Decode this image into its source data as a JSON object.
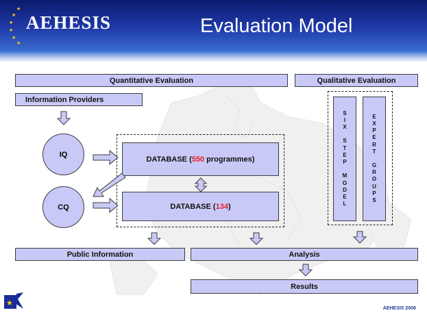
{
  "header": {
    "logo_text": "AEHESIS",
    "title": "Evaluation Model"
  },
  "boxes": {
    "quantitative": "Quantitative Evaluation",
    "qualitative": "Qualitative Evaluation",
    "info_providers": "Information Providers",
    "db1_prefix": "DATABASE (",
    "db1_number": "550",
    "db1_suffix": " programmes)",
    "db2_prefix": "DATABASE (",
    "db2_number": "134",
    "db2_suffix": ")",
    "public_info": "Public Information",
    "analysis": "Analysis",
    "results": "Results"
  },
  "circles": {
    "iq": "IQ",
    "cq": "CQ"
  },
  "vertical": {
    "six_step": [
      "S",
      "I",
      "X",
      "",
      "S",
      "T",
      "E",
      "P",
      "",
      "M",
      "O",
      "D",
      "E",
      "L"
    ],
    "expert": [
      "E",
      "X",
      "P",
      "E",
      "R",
      "T",
      "",
      "G",
      "R",
      "O",
      "U",
      "P",
      "S"
    ]
  },
  "footer": "AEHESIS 2006",
  "colors": {
    "box_fill": "#c9c9f7",
    "header_top": "#0c1a6e",
    "highlight_red": "#e0202a"
  }
}
